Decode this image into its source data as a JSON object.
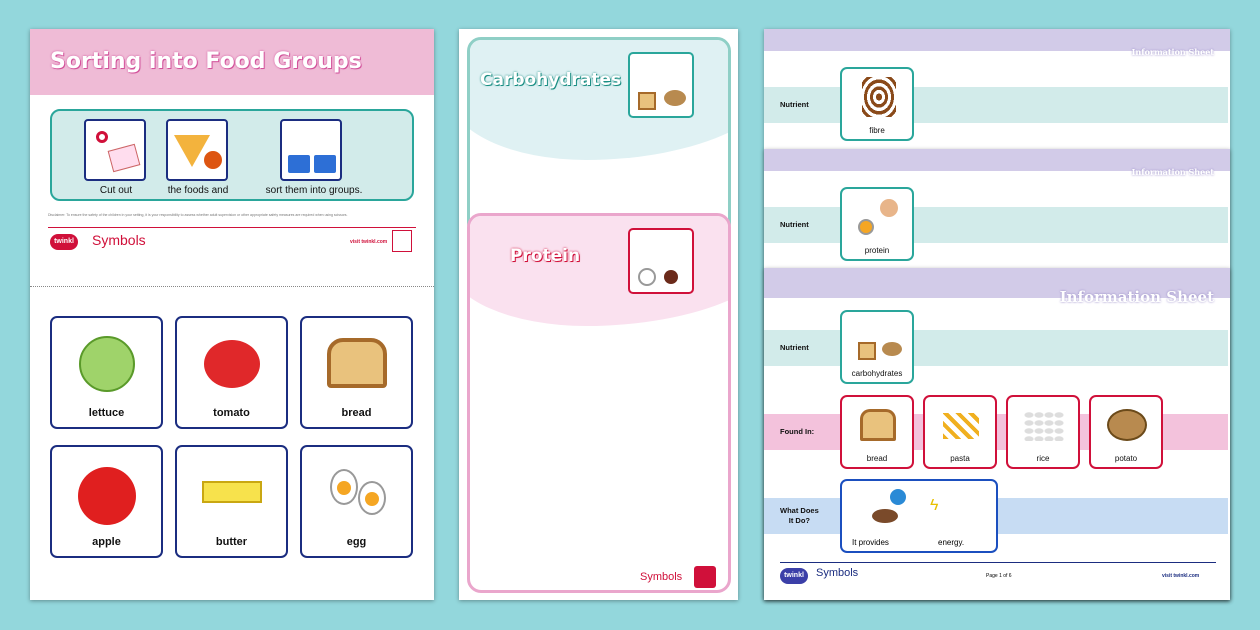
{
  "worksheet": {
    "title": "Sorting into Food Groups",
    "instructions": [
      {
        "label": "Cut out",
        "icon": "scissors-icon"
      },
      {
        "label": "the foods and",
        "icon": "foods-icon"
      },
      {
        "label": "sort them into groups.",
        "icon": "sort-groups-icon"
      }
    ],
    "disclaimer": "Disclaimer: To ensure the safety of the children in your setting, it is your responsibility to assess whether adult supervision or other appropriate safety measures are required when using scissors.",
    "logo": "twinkl",
    "symbols": "Symbols",
    "visit": "visit twinkl.com",
    "cards": [
      {
        "label": "lettuce",
        "color": "#9fd36a"
      },
      {
        "label": "tomato",
        "color": "#e0282a"
      },
      {
        "label": "bread",
        "color": "#c98a3d"
      },
      {
        "label": "apple",
        "color": "#e01f1f"
      },
      {
        "label": "butter",
        "color": "#f7e24c"
      },
      {
        "label": "egg",
        "color": "#f5a623"
      }
    ]
  },
  "sorting_mats": {
    "carbohydrates": "Carbohydrates",
    "protein": "Protein",
    "symbols": "Symbols"
  },
  "info_sheets": {
    "header": "Information Sheet",
    "nutrient_label": "Nutrient",
    "found_in_label": "Found In:",
    "what_label_1": "What Does",
    "what_label_2": "It Do?",
    "nutrients": [
      "fibre",
      "protein",
      "carbohydrates"
    ],
    "found_in": [
      "bread",
      "pasta",
      "rice",
      "potato"
    ],
    "does_1": "It provides",
    "does_2": "energy.",
    "page": "Page 1 of 6",
    "symbols": "Symbols",
    "logo": "twinkl",
    "visit": "visit twinkl.com"
  }
}
